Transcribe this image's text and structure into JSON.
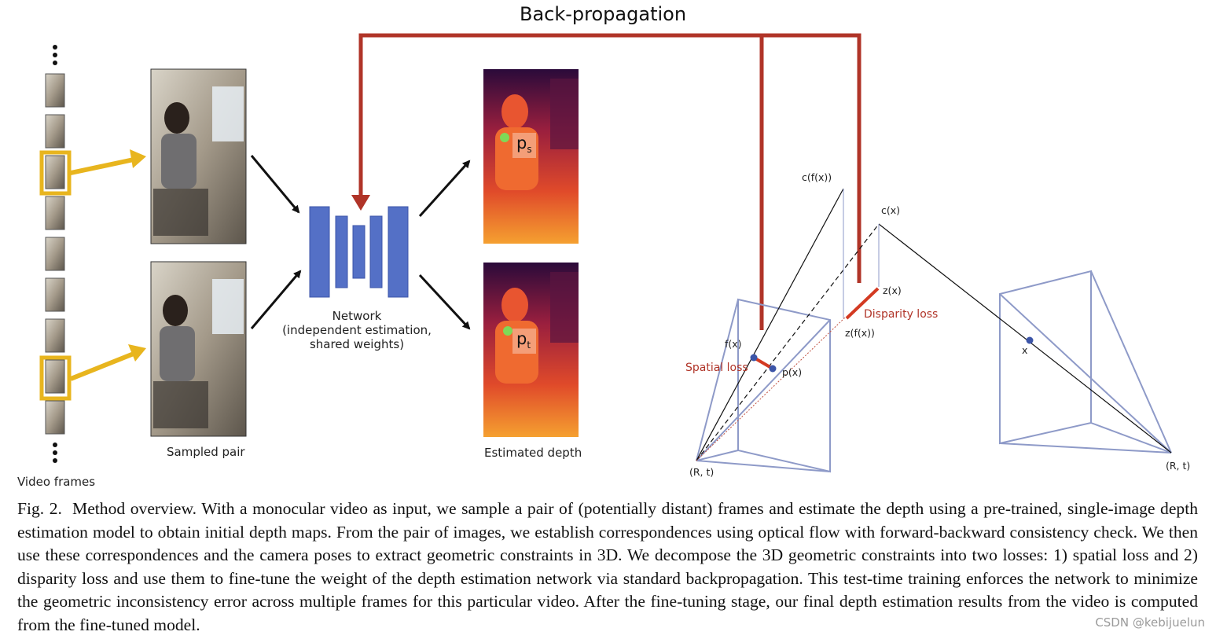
{
  "figure": {
    "top_title": "Back-propagation",
    "video_frames_label": "Video frames",
    "sampled_pair_label": "Sampled pair",
    "network_label": [
      "Network",
      "(independent estimation,",
      "shared weights)"
    ],
    "estimated_depth_label": "Estimated depth",
    "depth_point_labels": {
      "source": "p",
      "source_sub": "s",
      "target": "p",
      "target_sub": "t"
    },
    "geometry_labels": {
      "c_i_f": "c(f(x))",
      "c_i_j": "c(x)",
      "z_i_j": "z(x)",
      "disparity_loss": "Disparity loss",
      "z_i_f": "z(f(x))",
      "f_i_j": "f(x)",
      "spatial_loss": "Spatial loss",
      "p_i_j": "p(x)",
      "camera_j": "(R, t)",
      "camera_i": "(R, t)",
      "point_x": "x"
    },
    "colors": {
      "backprop_red": "#b03428",
      "network_blue": "#5470c6",
      "highlight_yellow": "#e8b51e",
      "frustum_blue": "#8e9ac8"
    }
  },
  "caption": {
    "label": "Fig. 2.",
    "text": "Method overview. With a monocular video as input, we sample a pair of (potentially distant) frames and estimate the depth using a pre-trained, single-image depth estimation model to obtain initial depth maps. From the pair of images, we establish correspondences using optical flow with forward-backward consistency check. We then use these correspondences and the camera poses to extract geometric constraints in 3D. We decompose the 3D geometric constraints into two losses: 1) spatial loss and 2) disparity loss and use them to fine-tune the weight of the depth estimation network via standard backpropagation. This test-time training enforces the network to minimize the geometric inconsistency error across multiple frames for this particular video. After the fine-tuning stage, our final depth estimation results from the video is computed from the fine-tuned model."
  },
  "watermark": "CSDN @kebijuelun"
}
